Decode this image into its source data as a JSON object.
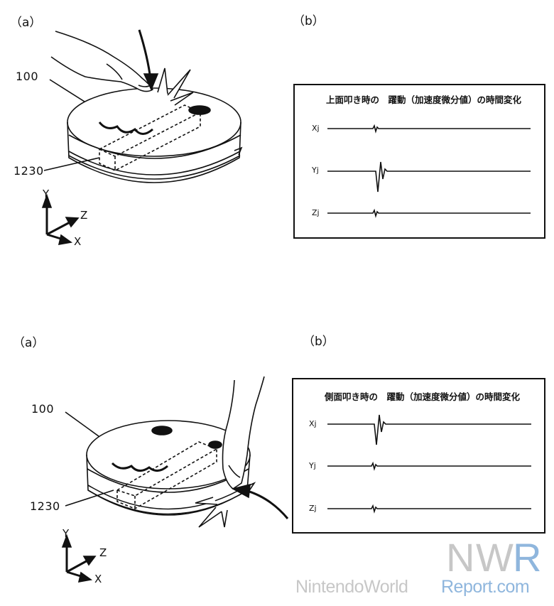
{
  "figures": [
    {
      "label_a": "（a）",
      "label_b": "（b）",
      "device_label": "100",
      "sensor_label": "1230",
      "axis_y": "Y",
      "axis_z": "Z",
      "axis_x": "X",
      "panel_title": "上面叩き時の　躍動（加速度微分値）の時間変化",
      "channels": [
        "Xj",
        "Yj",
        "Zj"
      ]
    },
    {
      "label_a": "（a）",
      "label_b": "（b）",
      "device_label": "100",
      "sensor_label": "1230",
      "axis_y": "Y",
      "axis_z": "Z",
      "axis_x": "X",
      "panel_title": "側面叩き時の　躍動（加速度微分値）の時間変化",
      "channels": [
        "Xj",
        "Yj",
        "Zj"
      ]
    }
  ],
  "watermark": {
    "logo_letters": [
      "N",
      "W",
      "R"
    ],
    "site_part1": "NintendoWorld",
    "site_part2": "Report.com",
    "colors": {
      "gray": "#c7c7c7",
      "blue": "#8fb6dd"
    }
  }
}
